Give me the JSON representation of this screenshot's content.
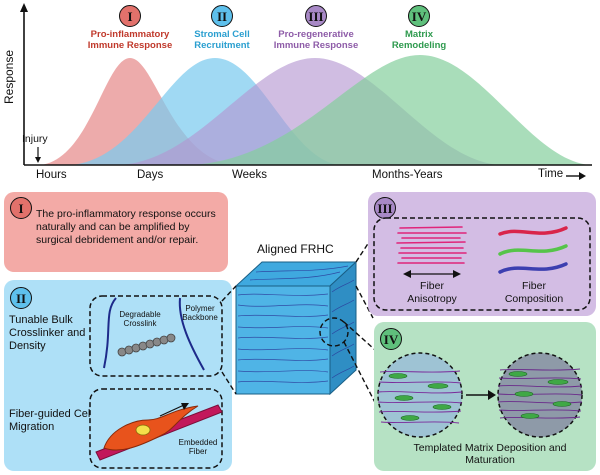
{
  "timeline": {
    "ylabel": "Response",
    "injury": "Injury",
    "xticks": [
      "Hours",
      "Days",
      "Weeks",
      "Months-Years"
    ],
    "xlabel": "Time",
    "phases": [
      {
        "numeral": "I",
        "title": "Pro-inflammatory\nImmune Response",
        "color": "#c0392b",
        "fill": "#e89494"
      },
      {
        "numeral": "II",
        "title": "Stromal Cell\nRecruitment",
        "color": "#2a9fd0",
        "fill": "#7ccbee"
      },
      {
        "numeral": "III",
        "title": "Pro-regenerative\nImmune Response",
        "color": "#8e5ca8",
        "fill": "#b394d0"
      },
      {
        "numeral": "IV",
        "title": "Matrix\nRemodeling",
        "color": "#2e9a4e",
        "fill": "#84cf9c"
      }
    ]
  },
  "panel_I": {
    "numeral": "I",
    "text": "The pro-inflammatory response occurs naturally and can be amplified by surgical debridement and/or repair.",
    "color": "#f3aaa6"
  },
  "panel_II": {
    "numeral": "II",
    "crosslinker_text": "Tunable Bulk Crosslinker and Density",
    "migration_text": "Fiber-guided Cell Migration",
    "degradable_label": "Degradable Crosslink",
    "polymer_label": "Polymer Backbone",
    "embedded_label": "Embedded Fiber",
    "color": "#aee0f7"
  },
  "center": {
    "title": "Aligned FRHC"
  },
  "panel_III": {
    "numeral": "III",
    "anisotropy_label": "Fiber Anisotropy",
    "composition_label": "Fiber Composition",
    "color": "#d3bde4"
  },
  "panel_IV": {
    "numeral": "IV",
    "caption": "Templated Matrix Deposition and Maturation",
    "color": "#b6e2c4"
  }
}
